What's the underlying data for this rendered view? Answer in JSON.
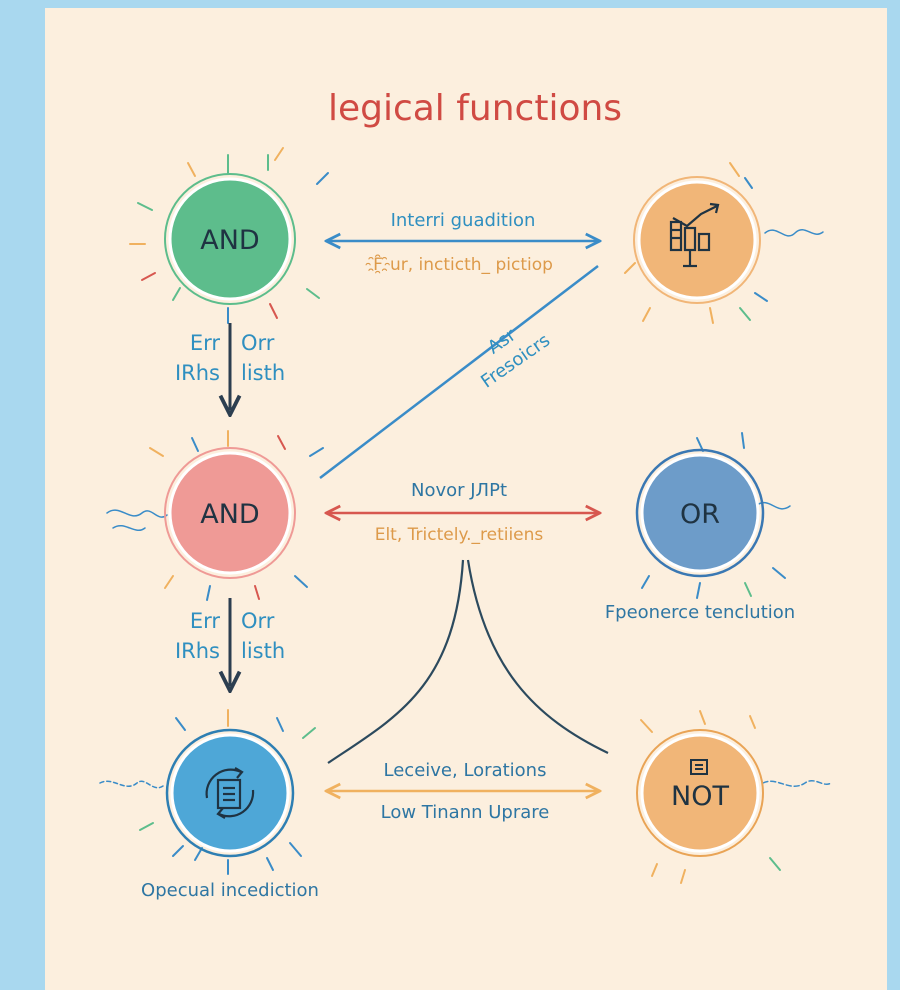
{
  "title": "legical functions",
  "nodes": {
    "top_left": {
      "label": "AND",
      "color": "#5dbd8c"
    },
    "top_right": {
      "icon": "chart-icon",
      "color": "#f1b678"
    },
    "mid_left": {
      "label": "AND",
      "color": "#ef9a96"
    },
    "mid_right": {
      "label": "OR",
      "color": "#6d9cc9",
      "caption": "Fpeonerce tenclution"
    },
    "bottom_left": {
      "icon": "cycle-document-icon",
      "color": "#4ea7d7",
      "caption": "Opecual incediction"
    },
    "bottom_right": {
      "label": "NOT",
      "icon": "document-icon",
      "color": "#f1b678"
    }
  },
  "connections": {
    "top": {
      "label_top": "Interri guadition",
      "label_bottom": "F҈ur, incticth_ pictiop",
      "color": "#3a8cc8"
    },
    "diagonal": {
      "line1": "Asr",
      "line2": "Fresoicrs",
      "color": "#3a8cc8"
    },
    "middle": {
      "label_top": "Novor JЛPt",
      "label_bottom": "Elt, Trictely._retiiens",
      "color": "#d7574f"
    },
    "bottom": {
      "label_top": "Leceive, Lorations",
      "label_bottom": "Low Tinann Uprare",
      "color": "#f0b15f"
    }
  },
  "vertical_labels": {
    "upper": {
      "line1_left": "Err",
      "line1_right": "Orr",
      "line2_left": "IRhs",
      "line2_right": "listh"
    },
    "lower": {
      "line1_left": "Err",
      "line1_right": "Orr",
      "line2_left": "IRhs",
      "line2_right": "listh"
    }
  }
}
